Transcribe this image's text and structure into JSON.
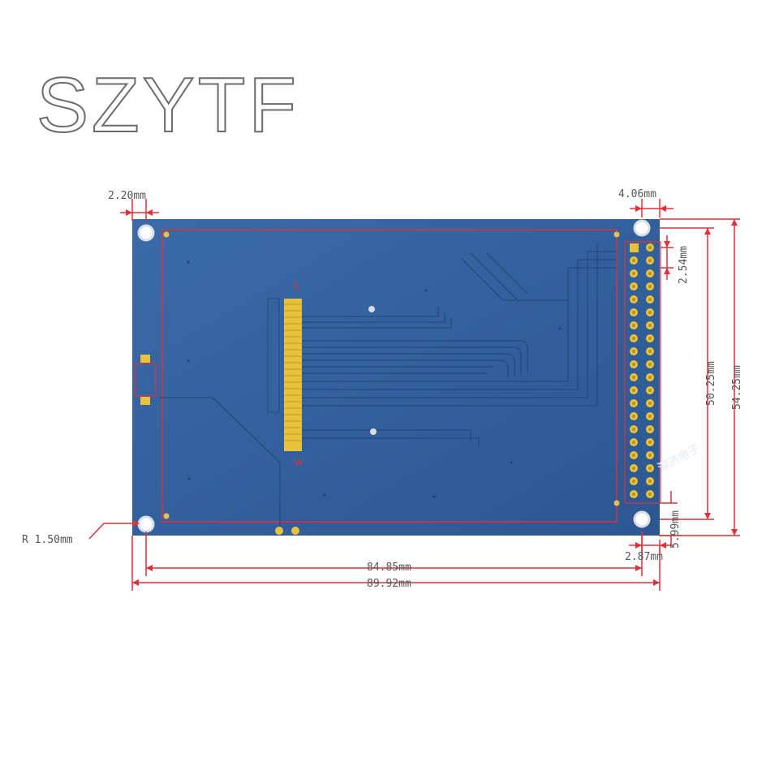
{
  "brand": {
    "text": "SZYTF"
  },
  "dimensions": {
    "hole_inset_left": "2.20mm",
    "header_inset_right": "4.06mm",
    "pin_pitch": "2.54mm",
    "hole_span_vertical": "50.25mm",
    "board_height": "54.25mm",
    "hole_radius": "R 1.50mm",
    "hole_span_horizontal": "84.85mm",
    "board_width": "89.92mm",
    "header_offset_right": "2.87mm",
    "header_offset_bottom": "5.99mm"
  },
  "board": {
    "color": "#2f5f9c",
    "outline_color": "#e0303a",
    "silk_labels": {
      "top": "L",
      "bottom": "W"
    },
    "watermark": "深济电子"
  },
  "colors": {
    "dimension": "#e0303a",
    "text": "#555555",
    "gold": "#e7c23a"
  }
}
